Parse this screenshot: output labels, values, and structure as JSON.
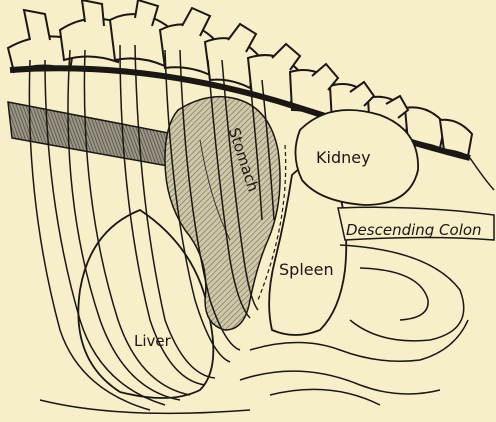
{
  "labels": {
    "stomach": "Stomach",
    "kidney": "Kidney",
    "descending_colon": "Descending Colon",
    "spleen": "Spleen",
    "liver": "Liver"
  },
  "colors": {
    "background": "#f7eeca",
    "ink": "#1b1712",
    "stomach_fill": "#c9c2a4",
    "muscle_fill": "#8f8a7a"
  }
}
